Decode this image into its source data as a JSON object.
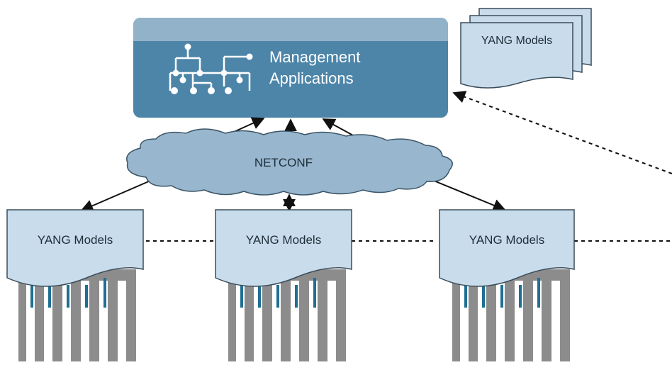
{
  "management": {
    "line1": "Management",
    "line2": "Applications"
  },
  "top_models": {
    "label": "YANG Models"
  },
  "protocol": {
    "label": "NETCONF"
  },
  "devices": [
    {
      "label": "YANG Models"
    },
    {
      "label": "YANG Models"
    },
    {
      "label": "YANG Models"
    }
  ],
  "colors": {
    "app_header": "#92b2c9",
    "app_body": "#4d85a9",
    "model_fill": "#c8dcec",
    "model_stroke": "#3b4d5a",
    "cloud_fill": "#98b6cd",
    "cloud_stroke": "#3b5566",
    "rack_gray": "#8c8c8c",
    "port_blue": "#1f6e94",
    "arrow": "#111111"
  }
}
